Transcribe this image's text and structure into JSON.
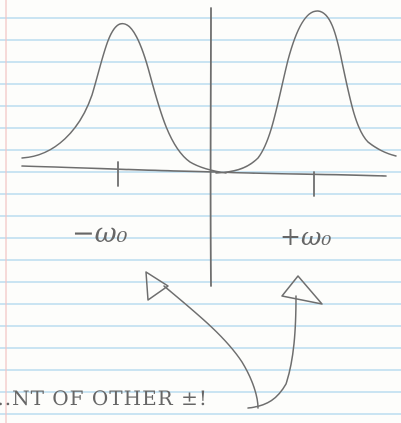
{
  "labels": {
    "left_peak": "−ω₀",
    "right_peak": "+ω₀",
    "bottom_note_partial": "...NT OF OTHER ±!"
  },
  "colors": {
    "paper": "#fdfdfb",
    "rule_line": "#b9dcf0",
    "margin_line": "#f2c2c2",
    "pencil": "#6e6e6e"
  }
}
